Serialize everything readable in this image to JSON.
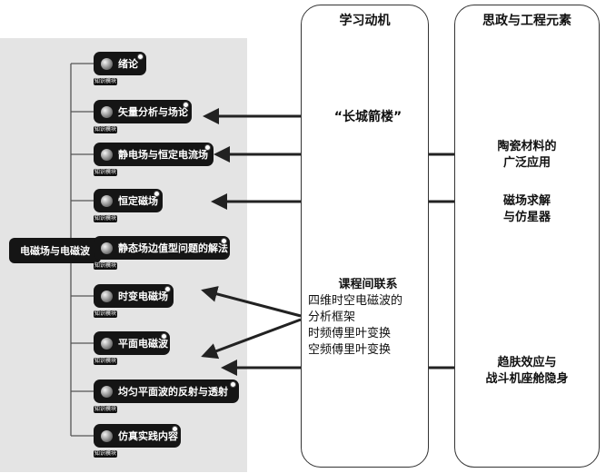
{
  "root": {
    "label": "电磁场与电磁波"
  },
  "modules": [
    {
      "label": "绪论",
      "badge": "知识模块"
    },
    {
      "label": "矢量分析与场论",
      "badge": "知识模块"
    },
    {
      "label": "静电场与恒定电流场",
      "badge": "知识模块"
    },
    {
      "label": "恒定磁场",
      "badge": "知识模块"
    },
    {
      "label": "静态场边值型问题的解法",
      "badge": "知识模块"
    },
    {
      "label": "时变电磁场",
      "badge": "知识模块"
    },
    {
      "label": "平面电磁波",
      "badge": "知识模块"
    },
    {
      "label": "均匀平面波的反射与透射",
      "badge": "知识模块"
    },
    {
      "label": "仿真实践内容",
      "badge": "知识模块"
    }
  ],
  "columns": {
    "motivation": {
      "title": "学习动机"
    },
    "ideology": {
      "title": "思政与工程元素"
    }
  },
  "motivation": {
    "great_wall": "“长城箭楼”",
    "course_links_title": "课程间联系",
    "course_links_lines": [
      "四维时空电磁波的",
      "分析框架",
      "时频傅里叶变换",
      "空频傅里叶变换"
    ]
  },
  "ideology": {
    "ceramics": [
      "陶瓷材料的",
      "广泛应用"
    ],
    "magnetic": [
      "磁场求解",
      "与仿星器"
    ],
    "skin_effect": [
      "趋肤效应与",
      "战斗机座舱隐身"
    ]
  },
  "colors": {
    "node_bg": "#151515",
    "panel_bg": "#e4e4e4",
    "arrow": "#222222",
    "connector": "#555555"
  }
}
